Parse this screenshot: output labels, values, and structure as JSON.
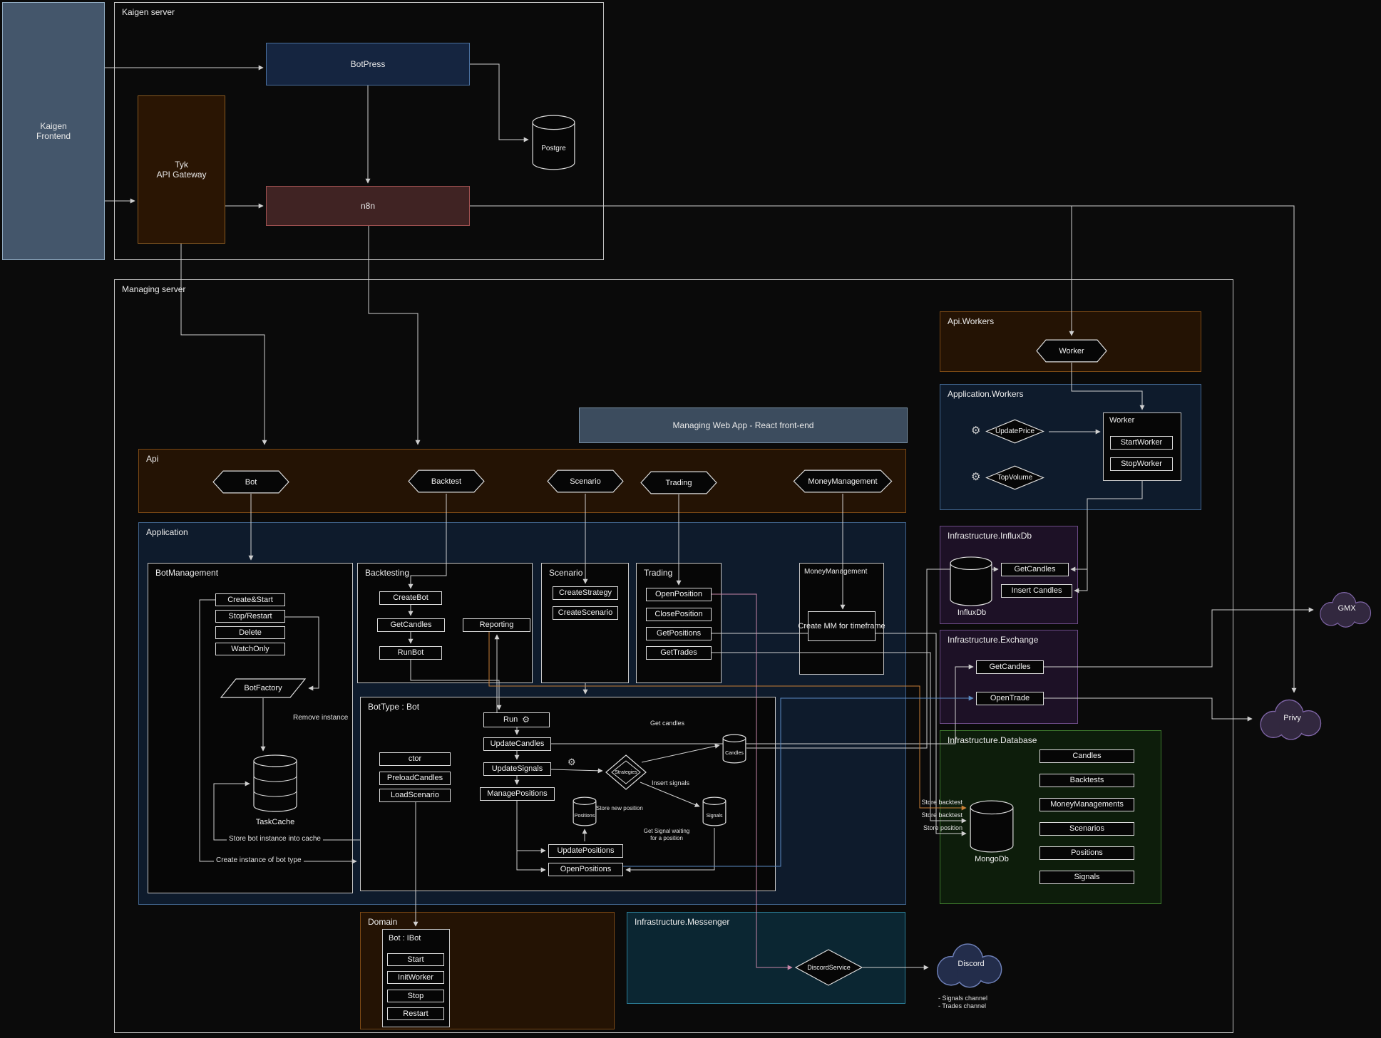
{
  "kaigen_frontend": {
    "label": "Kaigen\nFrontend"
  },
  "kaigen_server": {
    "title": "Kaigen server",
    "botpress": "BotPress",
    "tyk": "Tyk\nAPI Gateway",
    "n8n": "n8n",
    "postgre": "Postgre"
  },
  "managing_server": {
    "title": "Managing server"
  },
  "api_workers": {
    "title": "Api.Workers",
    "worker": "Worker"
  },
  "application_workers": {
    "title": "Application.Workers",
    "update_price": "UpdatePrice",
    "top_volume": "TopVolume",
    "worker_box": {
      "title": "Worker",
      "start": "StartWorker",
      "stop": "StopWorker"
    }
  },
  "web_app": {
    "label": "Managing Web App - React front-end"
  },
  "api": {
    "title": "Api",
    "endpoints": [
      "Bot",
      "Backtest",
      "Scenario",
      "Trading",
      "MoneyManagement"
    ]
  },
  "application": {
    "title": "Application",
    "bot_management": {
      "title": "BotManagement",
      "actions": [
        "Create&Start",
        "Stop/Restart",
        "Delete",
        "WatchOnly"
      ],
      "factory": "BotFactory",
      "cache": "TaskCache",
      "note_remove": "Remove instance",
      "note_store": "Store bot instance into cache",
      "note_create": "Create instance of bot type"
    },
    "backtesting": {
      "title": "Backtesting",
      "create_bot": "CreateBot",
      "get_candles": "GetCandles",
      "run_bot": "RunBot",
      "reporting": "Reporting"
    },
    "scenario": {
      "title": "Scenario",
      "create_strategy": "CreateStrategy",
      "create_scenario": "CreateScenario"
    },
    "trading": {
      "title": "Trading",
      "open_position": "OpenPosition",
      "close_position": "ClosePosition",
      "get_positions": "GetPositions",
      "get_trades": "GetTrades"
    },
    "money_management": {
      "title": "MoneyManagement",
      "create_mm": "Create MM for\ntimeframe"
    },
    "bot_type": {
      "title": "BotType : Bot",
      "ctor": "ctor",
      "preload_candles": "PreloadCandles",
      "load_scenario": "LoadScenario",
      "run": "Run",
      "update_candles": "UpdateCandles",
      "update_signals": "UpdateSignals",
      "manage_positions": "ManagePositions",
      "update_positions": "UpdatePositions",
      "open_positions": "OpenPositions",
      "strategies": "Strategies",
      "candles": "Candles",
      "signals": "Signals",
      "positions": "Positions",
      "note_get_candles": "Get candles",
      "note_insert_signals": "Insert signals",
      "note_store_position": "Store new position",
      "note_get_signal": "Get Signal waiting\nfor a position"
    }
  },
  "domain": {
    "title": "Domain",
    "bot_ibot": {
      "title": "Bot : IBot",
      "actions": [
        "Start",
        "InitWorker",
        "Stop",
        "Restart"
      ]
    }
  },
  "messenger": {
    "title": "Infrastructure.Messenger",
    "discord_service": "DiscordService"
  },
  "influxdb": {
    "title": "Infrastructure.InfluxDb",
    "db": "InfluxDb",
    "get_candles": "GetCandles",
    "insert_candles": "Insert Candles"
  },
  "exchange": {
    "title": "Infrastructure.Exchange",
    "get_candles": "GetCandles",
    "open_trade": "OpenTrade"
  },
  "database": {
    "title": "Infrastructure.Database",
    "db": "MongoDb",
    "collections": [
      "Candles",
      "Backtests",
      "MoneyManagements",
      "Scenarios",
      "Positions",
      "Signals"
    ],
    "note_store_backtest_1": "Store backtest",
    "note_store_backtest_2": "Store backtest",
    "note_store_position": "Store position"
  },
  "external": {
    "gmx": "GMX",
    "privy": "Privy",
    "discord": "Discord",
    "discord_note": "- Signals channel\n- Trades channel"
  },
  "icons": {
    "gear": "⚙"
  },
  "colors": {
    "accent_orange": "#c87f35",
    "accent_pink": "#c786a8",
    "accent_blue": "#5b8ac2",
    "wire": "#cfcfcf"
  }
}
